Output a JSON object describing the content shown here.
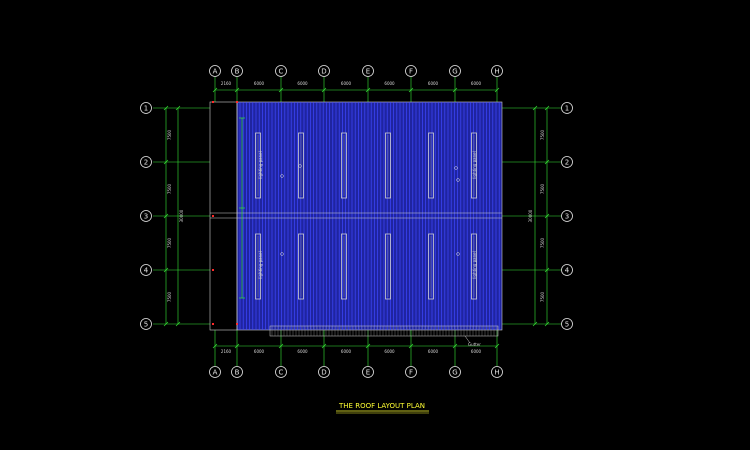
{
  "drawing": {
    "title": "THE ROOF LAYOUT PLAN",
    "colors": {
      "background": "#000000",
      "grid_lines": "#36e836",
      "roof_panel": "#1f24a0",
      "panel_ribs": "#3e48ff",
      "skylight": "#cfcfcf",
      "title_text": "#ffff33",
      "text": "#e6e6e6",
      "marker_red": "#ff2a2a"
    },
    "grid_axes_columns": [
      "A",
      "B",
      "C",
      "D",
      "E",
      "F",
      "G",
      "H"
    ],
    "grid_axes_rows": [
      "1",
      "2",
      "3",
      "4",
      "5"
    ],
    "top_dimensions": [
      "2160",
      "6000",
      "6000",
      "6000",
      "6000",
      "6000",
      "6000"
    ],
    "bottom_dimensions": [
      "2160",
      "6000",
      "6000",
      "6000",
      "6000",
      "6000",
      "6000"
    ],
    "left_dimensions": [
      "7500",
      "7500",
      "7500",
      "7500"
    ],
    "left_total": "30000",
    "right_dimensions": [
      "7500",
      "7500",
      "7500",
      "7500"
    ],
    "right_total": "30000",
    "skylight_label": "lighting panel",
    "note_label": "Gutter"
  }
}
